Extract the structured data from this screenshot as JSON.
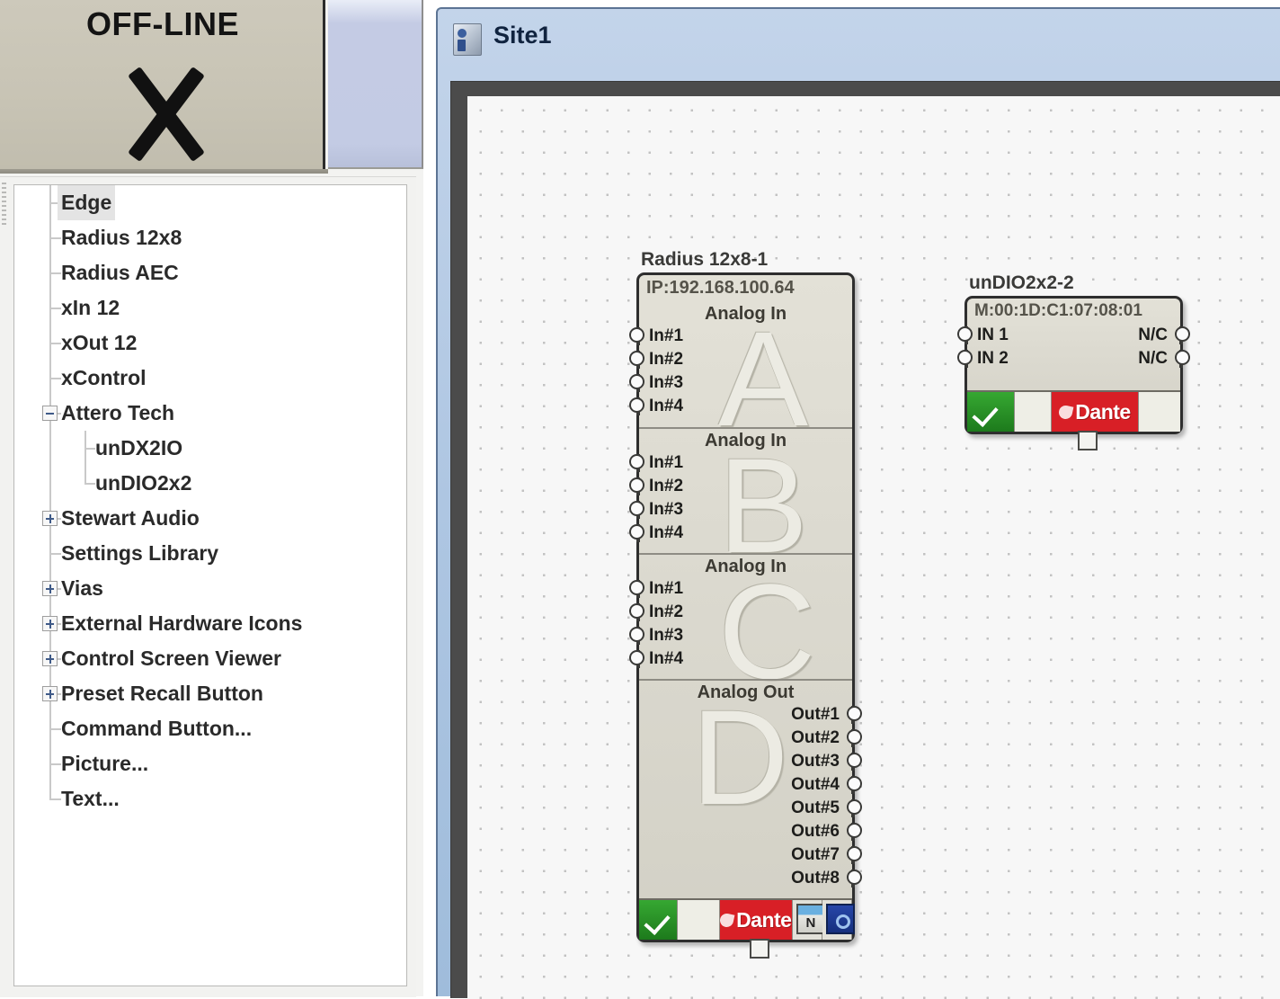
{
  "left_panel": {
    "status_title": "OFF-LINE",
    "status_icon": "x-mark-icon",
    "tree": {
      "items": [
        {
          "label": "Edge",
          "level": 1,
          "expander": "none",
          "selected": true
        },
        {
          "label": "Radius 12x8",
          "level": 1,
          "expander": "none",
          "selected": false
        },
        {
          "label": "Radius AEC",
          "level": 1,
          "expander": "none",
          "selected": false
        },
        {
          "label": "xIn 12",
          "level": 1,
          "expander": "none",
          "selected": false
        },
        {
          "label": "xOut 12",
          "level": 1,
          "expander": "none",
          "selected": false
        },
        {
          "label": "xControl",
          "level": 1,
          "expander": "none",
          "selected": false
        },
        {
          "label": "Attero Tech",
          "level": 1,
          "expander": "minus",
          "selected": false
        },
        {
          "label": "unDX2IO",
          "level": 2,
          "expander": "none",
          "selected": false
        },
        {
          "label": "unDIO2x2",
          "level": 2,
          "expander": "none",
          "selected": false,
          "last": true
        },
        {
          "label": "Stewart Audio",
          "level": 1,
          "expander": "plus",
          "selected": false
        },
        {
          "label": "Settings Library",
          "level": 1,
          "expander": "none",
          "selected": false
        },
        {
          "label": "Vias",
          "level": 1,
          "expander": "plus",
          "selected": false
        },
        {
          "label": "External Hardware Icons",
          "level": 1,
          "expander": "plus",
          "selected": false
        },
        {
          "label": "Control Screen Viewer",
          "level": 1,
          "expander": "plus",
          "selected": false
        },
        {
          "label": "Preset Recall Button",
          "level": 1,
          "expander": "plus",
          "selected": false
        },
        {
          "label": "Command Button...",
          "level": 1,
          "expander": "none",
          "selected": false
        },
        {
          "label": "Picture...",
          "level": 1,
          "expander": "none",
          "selected": false
        },
        {
          "label": "Text...",
          "level": 1,
          "expander": "none",
          "selected": false,
          "last": true
        }
      ]
    }
  },
  "window": {
    "title": "Site1",
    "icon": "site-icon"
  },
  "canvas": {
    "devices": [
      {
        "id": "radius",
        "caption": "Radius 12x8-1",
        "address": "IP:192.168.100.64",
        "sections": [
          {
            "title": "Analog In",
            "letter": "A",
            "inputs": [
              "In#1",
              "In#2",
              "In#3",
              "In#4"
            ],
            "outputs": []
          },
          {
            "title": "Analog In",
            "letter": "B",
            "inputs": [
              "In#1",
              "In#2",
              "In#3",
              "In#4"
            ],
            "outputs": []
          },
          {
            "title": "Analog In",
            "letter": "C",
            "inputs": [
              "In#1",
              "In#2",
              "In#3",
              "In#4"
            ],
            "outputs": []
          },
          {
            "title": "Analog Out",
            "letter": "D",
            "inputs": [],
            "outputs": [
              "Out#1",
              "Out#2",
              "Out#3",
              "Out#4",
              "Out#5",
              "Out#6",
              "Out#7",
              "Out#8"
            ]
          }
        ],
        "status": {
          "ok_icon": "green-check-icon",
          "dante_label": "Dante",
          "icons": [
            "network-icon",
            "config-icon"
          ]
        }
      },
      {
        "id": "undio",
        "caption": "unDIO2x2-2",
        "address": "M:00:1D:C1:07:08:01",
        "inputs": [
          "IN 1",
          "IN 2"
        ],
        "outputs": [
          "N/C",
          "N/C"
        ],
        "status": {
          "ok_icon": "green-check-icon",
          "dante_label": "Dante",
          "icons": []
        }
      }
    ]
  },
  "colors": {
    "offline_bg": "#c8c4b5",
    "dante_red": "#d81f26",
    "ok_green": "#1d7a1c",
    "titlebar_blue": "#aec6e2",
    "device_body": "#dcdad0"
  }
}
